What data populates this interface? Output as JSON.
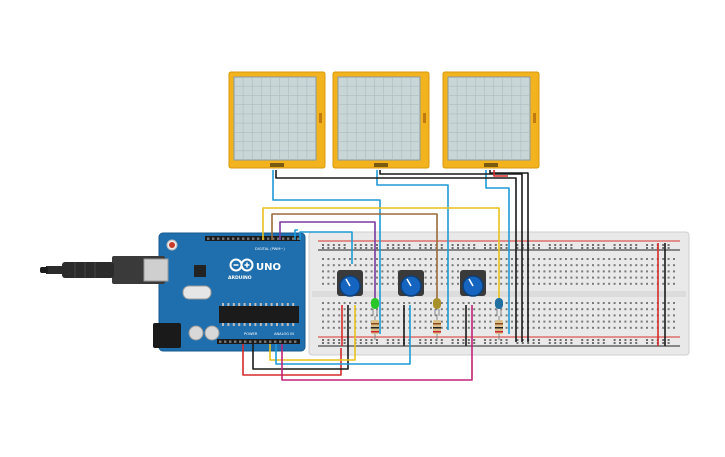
{
  "arduino": {
    "logo_text": "UNO",
    "brand_text": "ARDUINO",
    "digital_label": "DIGITAL (PWM~)",
    "power_label": "POWER",
    "analog_label": "ANALOG IN",
    "board_color": "#1f6fae",
    "board_edge_color": "#165a8f"
  },
  "breadboard": {
    "color": "#e9e9e9",
    "rail_red": "#d9322b",
    "rail_black": "#222222"
  },
  "sensors": {
    "color": "#f2b31e",
    "screen_color": "#c9d6d8",
    "count": 3
  },
  "potentiometers": {
    "count": 3,
    "knob_color": "#1565c0"
  },
  "leds": {
    "colors": [
      "#28c728",
      "#a8912a",
      "#1f6fa0"
    ]
  },
  "wires": {
    "colors": {
      "yellow": "#e8c21c",
      "brown": "#9a6a3a",
      "purple": "#7a3aa0",
      "blue": "#1e9ad6",
      "black": "#1a1a1a",
      "red": "#d62b2b",
      "magenta": "#c0247a"
    }
  },
  "usb_cable": {
    "color": "#2b2b2b"
  }
}
